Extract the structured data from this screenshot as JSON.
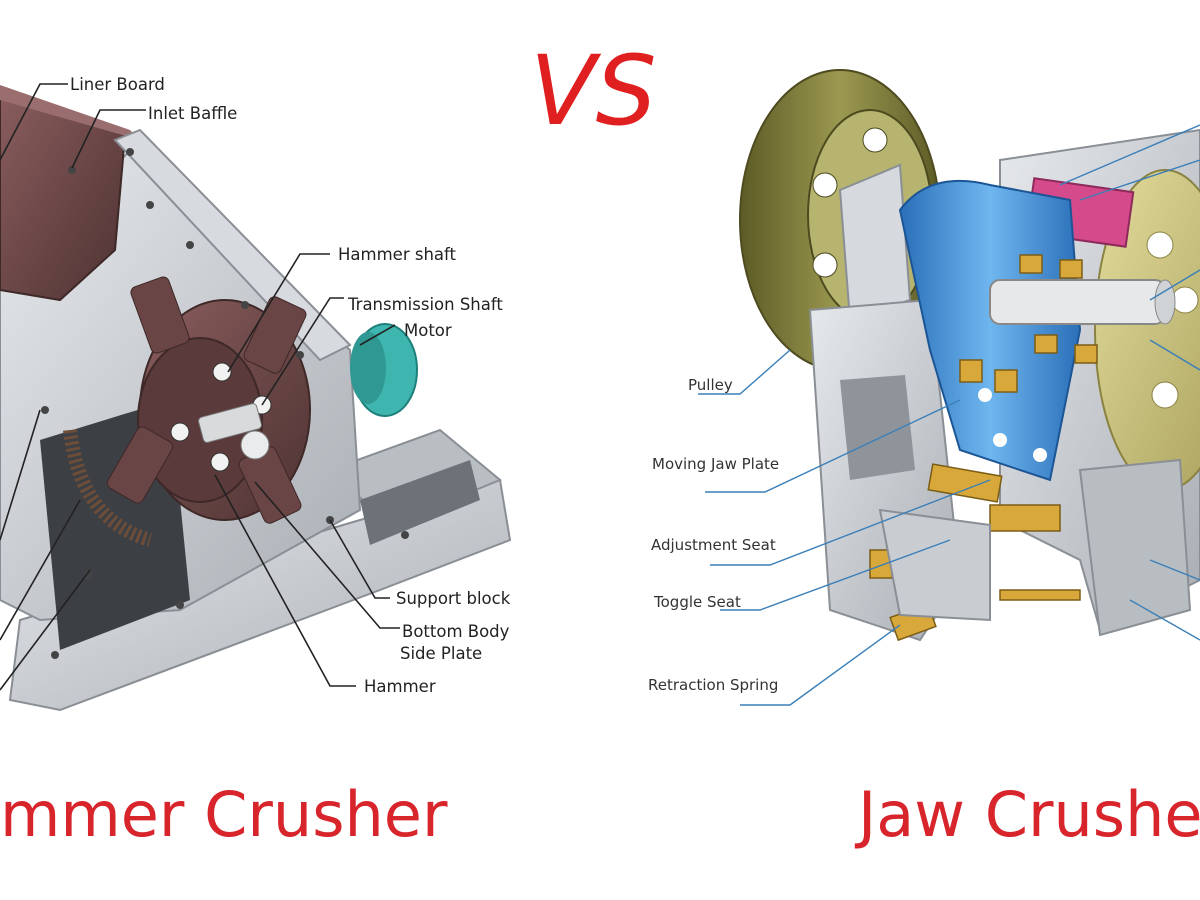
{
  "vs_text": "VS",
  "hammer_crusher": {
    "title": "mmer Crusher",
    "labels": {
      "liner_board": "Liner Board",
      "inlet_baffle": "Inlet Baffle",
      "hammer_shaft": "Hammer shaft",
      "transmission_shaft": "Transmission Shaft",
      "motor": "Motor",
      "support_block": "Support block",
      "bottom_body": "Bottom Body",
      "side_plate": "Side Plate",
      "hammer": "Hammer"
    }
  },
  "jaw_crusher": {
    "title": "Jaw Crushe",
    "labels": {
      "pulley": "Pulley",
      "moving_jaw_plate": "Moving Jaw Plate",
      "adjustment_seat": "Adjustment Seat",
      "toggle_seat": "Toggle Seat",
      "retraction_spring": "Retraction Spring"
    }
  },
  "colors": {
    "title_red": "#d8242b",
    "hammer_body": "#6e4a4a",
    "frame_grey": "#c9cdd2",
    "jaw_blue": "#3d8fd8",
    "pulley_olive": "#7c7a3a",
    "brass": "#d8a93a"
  }
}
